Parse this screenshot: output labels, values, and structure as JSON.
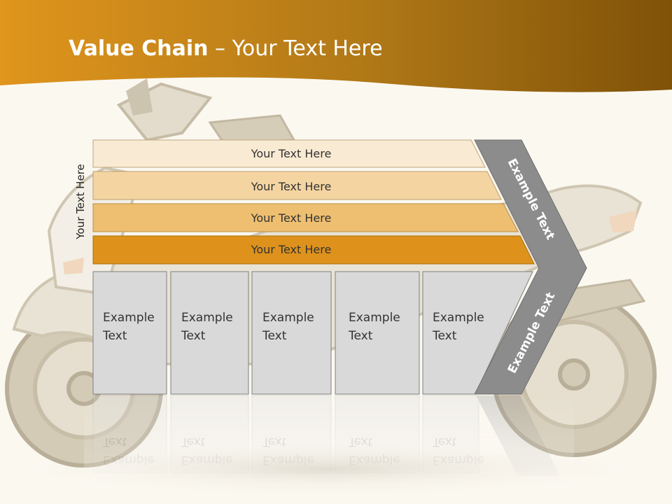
{
  "slide": {
    "title_bold": "Value Chain",
    "title_rest": " – Your Text Here"
  },
  "diagram": {
    "side_label": "Your Text Here",
    "rows": [
      {
        "label": "Your Text Here",
        "color": "#f9ead3"
      },
      {
        "label": "Your Text Here",
        "color": "#f4d5a2"
      },
      {
        "label": "Your Text Here",
        "color": "#eebf70"
      },
      {
        "label": "Your Text Here",
        "color": "#de921b"
      }
    ],
    "boxes": [
      {
        "line1": "Example",
        "line2": "Text"
      },
      {
        "line1": "Example",
        "line2": "Text"
      },
      {
        "line1": "Example",
        "line2": "Text"
      },
      {
        "line1": "Example",
        "line2": "Text"
      },
      {
        "line1": "Example",
        "line2": "Text"
      }
    ],
    "chevron_top_label": "Example Text",
    "chevron_bottom_label": "Example Text"
  },
  "colors": {
    "header_dark": "#7f5208",
    "header_light": "#e0951c",
    "box_fill": "#d9d9d9",
    "chevron_fill": "#8c8c8c"
  }
}
